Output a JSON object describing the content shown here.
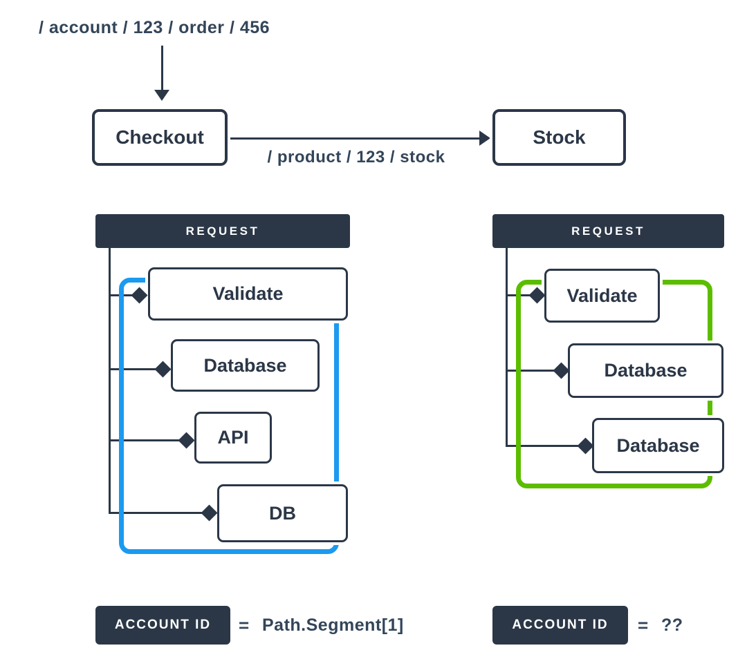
{
  "colors": {
    "navy": "#2b3747",
    "muted": "#334559",
    "blue": "#1b9af0",
    "green": "#5cbd00",
    "surface": "#ffffff"
  },
  "top_flow": {
    "incoming_path": "/ account / 123 / order / 456",
    "checkout_label": "Checkout",
    "stock_label": "Stock",
    "request_path": "/ product / 123 / stock"
  },
  "checkout_trace": {
    "header": "REQUEST",
    "scope_color": "#1b9af0",
    "steps": [
      {
        "label": "Validate"
      },
      {
        "label": "Database"
      },
      {
        "label": "API"
      },
      {
        "label": "DB"
      }
    ]
  },
  "stock_trace": {
    "header": "REQUEST",
    "scope_color": "#5cbd00",
    "steps": [
      {
        "label": "Validate"
      },
      {
        "label": "Database"
      },
      {
        "label": "Database"
      }
    ]
  },
  "footer": {
    "checkout": {
      "badge": "ACCOUNT ID",
      "operator": "=",
      "value": "Path.Segment[1]"
    },
    "stock": {
      "badge": "ACCOUNT ID",
      "operator": "=",
      "value": "??"
    }
  }
}
